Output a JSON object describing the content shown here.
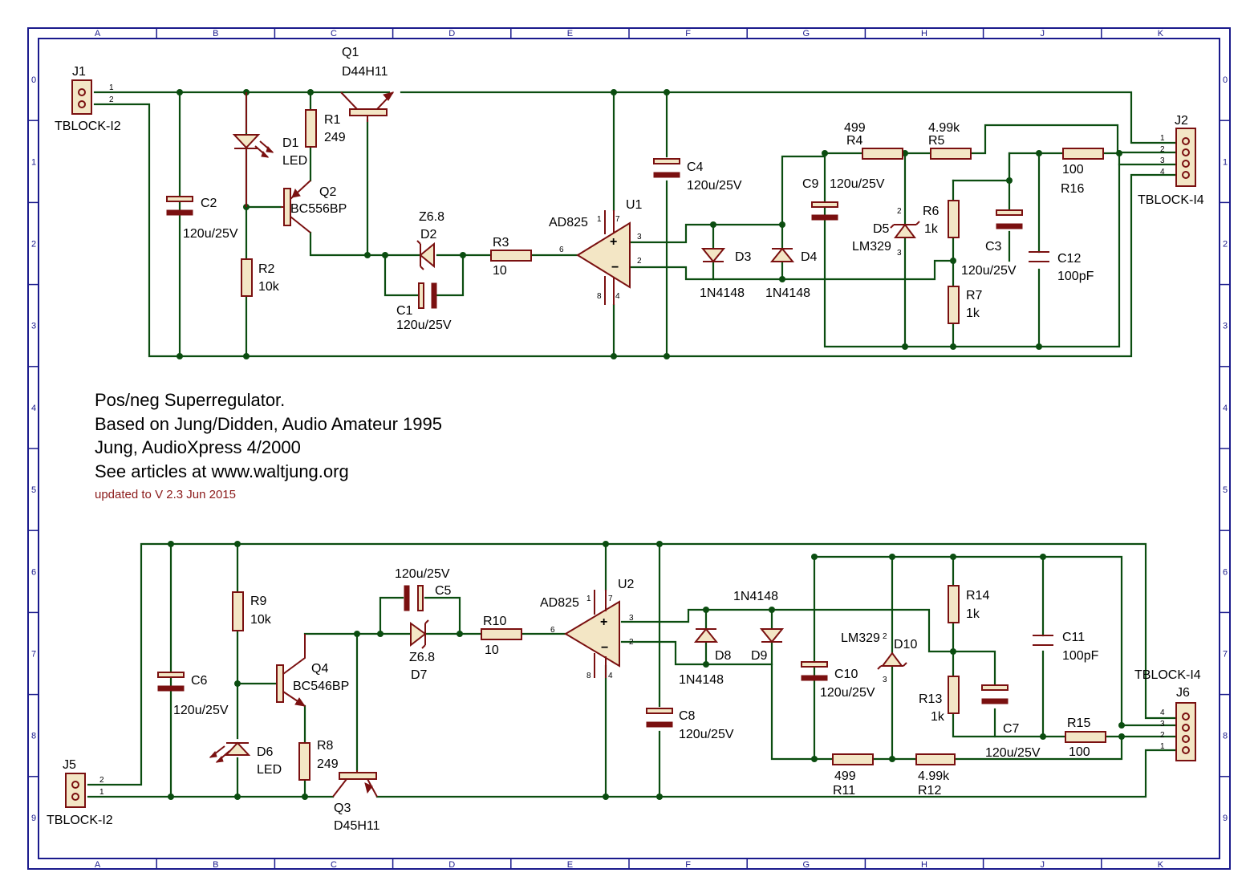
{
  "frame": {
    "columns": [
      "A",
      "B",
      "C",
      "D",
      "E",
      "F",
      "G",
      "H",
      "J",
      "K"
    ],
    "rows": [
      "0",
      "1",
      "2",
      "3",
      "4",
      "5",
      "6",
      "7",
      "8",
      "9"
    ]
  },
  "notes": {
    "line1": "Pos/neg Superregulator.",
    "line2": "Based on Jung/Didden, Audio Amateur 1995",
    "line3": "Jung, AudioXpress 4/2000",
    "line4": "See articles at www.waltjung.org",
    "update": "updated to V 2.3 Jun 2015"
  },
  "top": {
    "J1": {
      "ref": "J1",
      "value": "TBLOCK-I2",
      "pins": [
        "1",
        "2"
      ]
    },
    "Q1": {
      "ref": "Q1",
      "value": "D44H11"
    },
    "R1": {
      "ref": "R1",
      "value": "249"
    },
    "D1": {
      "ref": "D1",
      "value": "LED"
    },
    "Q2": {
      "ref": "Q2",
      "value": "BC556BP"
    },
    "C2": {
      "ref": "C2",
      "value": "120u/25V"
    },
    "R2": {
      "ref": "R2",
      "value": "10k"
    },
    "D2": {
      "ref": "D2",
      "value": "Z6.8"
    },
    "C1": {
      "ref": "C1",
      "value": "120u/25V"
    },
    "R3": {
      "ref": "R3",
      "value": "10"
    },
    "U1": {
      "ref": "U1",
      "value": "AD825",
      "pins": [
        "7",
        "1",
        "3",
        "6",
        "2",
        "8",
        "4"
      ]
    },
    "C4": {
      "ref": "C4",
      "value": "120u/25V"
    },
    "D3": {
      "ref": "D3",
      "value": "1N4148"
    },
    "D4": {
      "ref": "D4",
      "value": "1N4148"
    },
    "R4": {
      "ref": "R4",
      "value": "499"
    },
    "C9": {
      "ref": "C9",
      "value": "120u/25V"
    },
    "R5": {
      "ref": "R5",
      "value": "4.99k"
    },
    "D5": {
      "ref": "D5",
      "value": "LM329",
      "pins": [
        "2",
        "3"
      ]
    },
    "R6": {
      "ref": "R6",
      "value": "1k"
    },
    "C3": {
      "ref": "C3",
      "value": "120u/25V"
    },
    "R7": {
      "ref": "R7",
      "value": "1k"
    },
    "R16": {
      "ref": "R16",
      "value": "100"
    },
    "C12": {
      "ref": "C12",
      "value": "100pF"
    },
    "J2": {
      "ref": "J2",
      "value": "TBLOCK-I4",
      "pins": [
        "1",
        "2",
        "3",
        "4"
      ]
    }
  },
  "bottom": {
    "J5": {
      "ref": "J5",
      "value": "TBLOCK-I2",
      "pins": [
        "2",
        "1"
      ]
    },
    "R9": {
      "ref": "R9",
      "value": "10k"
    },
    "C6": {
      "ref": "C6",
      "value": "120u/25V"
    },
    "Q4": {
      "ref": "Q4",
      "value": "BC546BP"
    },
    "D6": {
      "ref": "D6",
      "value": "LED"
    },
    "R8": {
      "ref": "R8",
      "value": "249"
    },
    "Q3": {
      "ref": "Q3",
      "value": "D45H11"
    },
    "C5": {
      "ref": "C5",
      "value": "120u/25V"
    },
    "D7": {
      "ref": "D7",
      "value": "Z6.8"
    },
    "R10": {
      "ref": "R10",
      "value": "10"
    },
    "U2": {
      "ref": "U2",
      "value": "AD825",
      "pins": [
        "1",
        "7",
        "3",
        "6",
        "2",
        "8",
        "4"
      ]
    },
    "C8": {
      "ref": "C8",
      "value": "120u/25V"
    },
    "D8": {
      "ref": "D8",
      "value": "1N4148"
    },
    "D9": {
      "ref": "D9",
      "value": "1N4148"
    },
    "C10": {
      "ref": "C10",
      "value": "120u/25V"
    },
    "D10": {
      "ref": "D10",
      "value": "LM329",
      "pins": [
        "2",
        "3"
      ]
    },
    "R14": {
      "ref": "R14",
      "value": "1k"
    },
    "R13": {
      "ref": "R13",
      "value": "1k"
    },
    "C7": {
      "ref": "C7",
      "value": "120u/25V"
    },
    "C11": {
      "ref": "C11",
      "value": "100pF"
    },
    "R15": {
      "ref": "R15",
      "value": "100"
    },
    "R11": {
      "ref": "R11",
      "value": "499"
    },
    "R12": {
      "ref": "R12",
      "value": "4.99k"
    },
    "J6": {
      "ref": "J6",
      "value": "TBLOCK-I4",
      "pins": [
        "4",
        "3",
        "2",
        "1"
      ]
    }
  }
}
